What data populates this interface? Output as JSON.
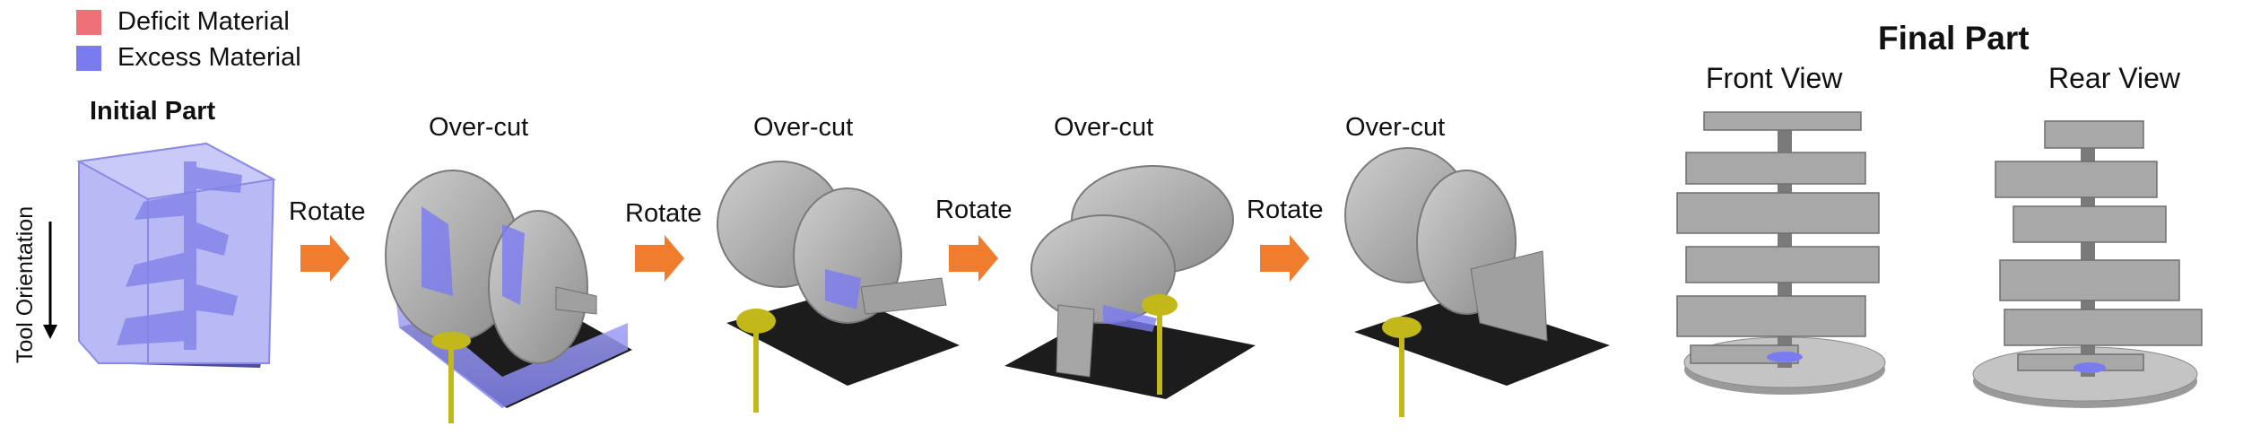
{
  "legend": [
    {
      "label": "Deficit Material",
      "color": "#ee7079"
    },
    {
      "label": "Excess Material",
      "color": "#7b7bf0"
    }
  ],
  "tool_orientation_label": "Tool Orientation",
  "steps": {
    "initial": "Initial Part",
    "overcut_1": "Over-cut",
    "overcut_2": "Over-cut",
    "overcut_3": "Over-cut",
    "overcut_4": "Over-cut"
  },
  "rotate_labels": [
    "Rotate",
    "Rotate",
    "Rotate",
    "Rotate"
  ],
  "final": {
    "title": "Final Part",
    "front": "Front View",
    "rear": "Rear View"
  },
  "colors": {
    "arrow": "#ef7d2d",
    "part_gray": "#a7a7a7",
    "part_dark": "#6f6f6f",
    "excess": "#7b7bf0",
    "platform": "#1c1c1c",
    "tool": "#c2b81a"
  }
}
